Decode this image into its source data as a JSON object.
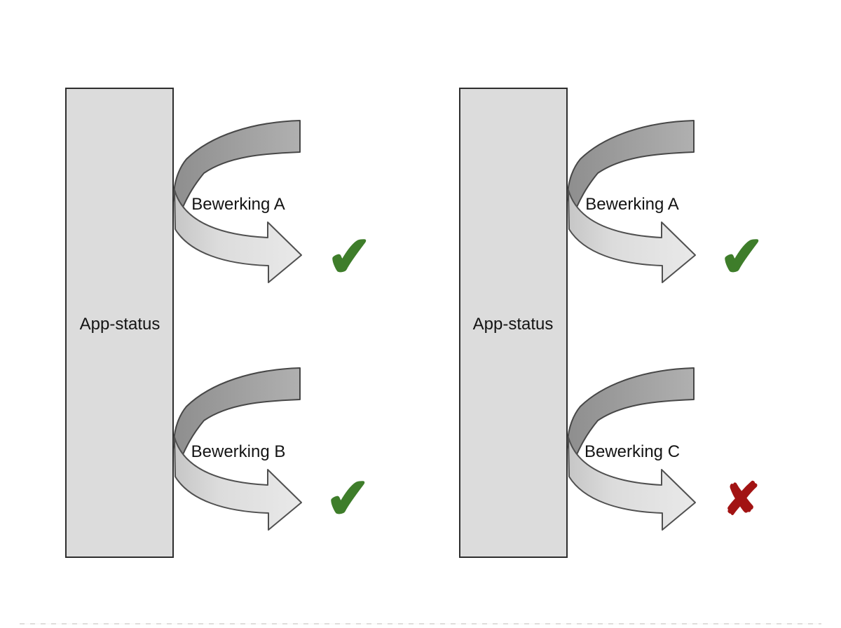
{
  "diagram": {
    "description": "App-status flow diagram with curved operation arrows and result marks",
    "panels": [
      {
        "status_label": "App-status",
        "operations": [
          {
            "label": "Bewerking A",
            "result": "success"
          },
          {
            "label": "Bewerking B",
            "result": "success"
          }
        ]
      },
      {
        "status_label": "App-status",
        "operations": [
          {
            "label": "Bewerking A",
            "result": "success"
          },
          {
            "label": "Bewerking C",
            "result": "failure"
          }
        ]
      }
    ],
    "icons": {
      "success_glyph": "✔",
      "failure_glyph": "✘"
    },
    "colors": {
      "success": "#3e7d2a",
      "failure": "#a21313",
      "box_fill": "#dcdcdc",
      "box_border": "#2e2e2e",
      "arrow_dark": "#a3a3a3",
      "arrow_light": "#dedede",
      "background": "#ffffff"
    }
  }
}
